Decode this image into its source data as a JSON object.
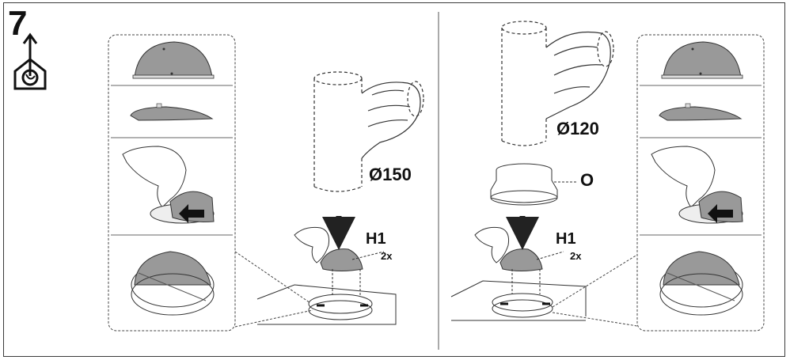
{
  "step_number": "7",
  "left_panel": {
    "diameter_label": "Ø150",
    "part_label": "H1",
    "quantity_label": "2x"
  },
  "right_panel": {
    "diameter_label": "Ø120",
    "adapter_label": "O",
    "part_label": "H1",
    "quantity_label": "2x"
  },
  "icons": [
    "house-exhaust-icon",
    "push-arrow-icon",
    "down-arrow-icon"
  ],
  "colors": {
    "line": "#333333",
    "part_fill": "#999999",
    "light_fill": "#d8d8d8"
  }
}
